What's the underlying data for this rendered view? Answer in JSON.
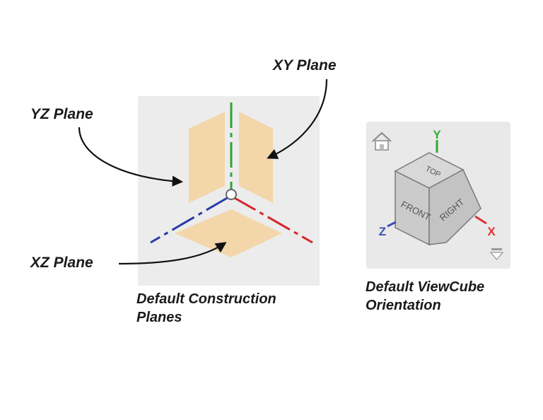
{
  "planes_figure": {
    "labels": {
      "xy": "XY Plane",
      "yz": "YZ Plane",
      "xz": "XZ Plane"
    },
    "caption": {
      "line1": "Default Construction",
      "line2": "Planes"
    },
    "colors": {
      "panel": "#ececec",
      "plane_fill": "#f3d6aa",
      "axis_x": "#d9252c",
      "axis_y": "#2fa52f",
      "axis_z": "#2b3aa8",
      "arrow": "#111111"
    }
  },
  "viewcube_figure": {
    "faces": {
      "top": "TOP",
      "front": "FRONT",
      "right": "RIGHT"
    },
    "axes": {
      "x": "X",
      "y": "Y",
      "z": "Z"
    },
    "icons": [
      "home-icon",
      "dropdown-menu-icon"
    ],
    "caption": {
      "line1": "Default ViewCube",
      "line2": "Orientation"
    },
    "colors": {
      "panel": "#e9e9e9",
      "cube_face": "#cfcfcf",
      "cube_edge": "#7a7a7a",
      "axis_x": "#e03030",
      "axis_y": "#33aa33",
      "axis_z": "#3a50b8"
    }
  }
}
